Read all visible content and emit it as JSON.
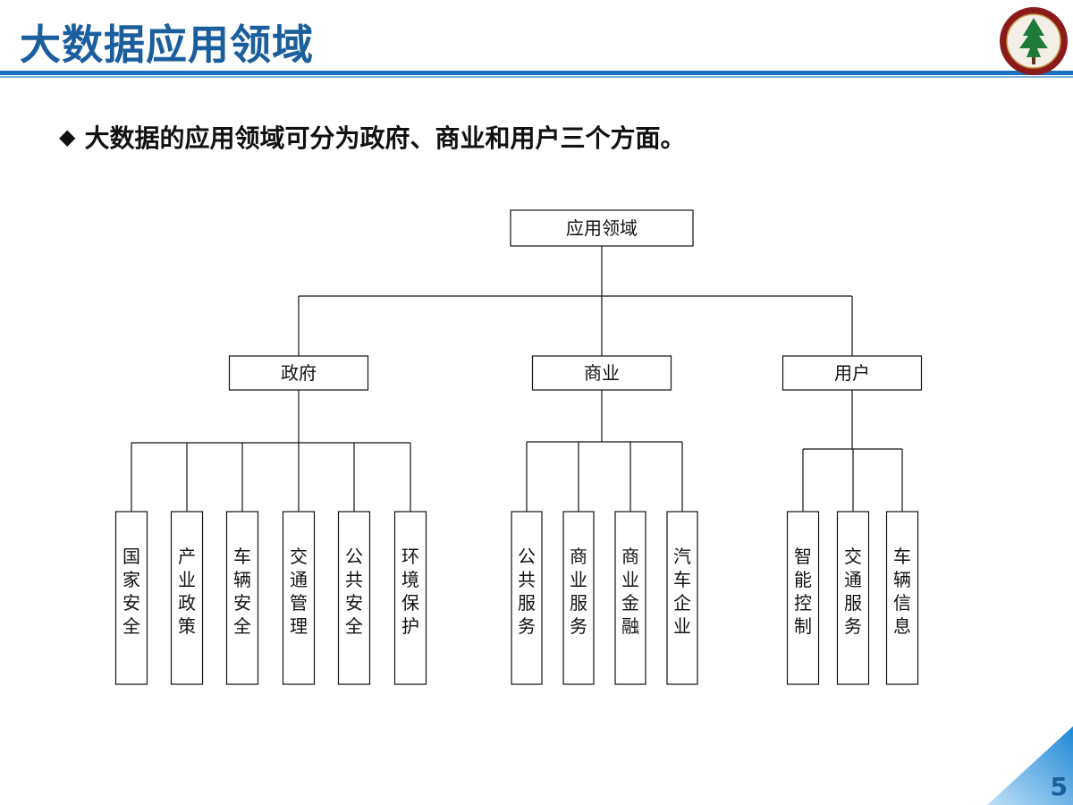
{
  "slide": {
    "title": "大数据应用领域",
    "bullet_text": "大数据的应用领域可分为政府、商业和用户三个方面。",
    "page_number": "5",
    "accent_color": "#1b5e9e",
    "logo_icon": "school-seal-icon"
  },
  "diagram": {
    "root": "应用领域",
    "branches": [
      {
        "label": "政府",
        "children": [
          "国家安全",
          "产业政策",
          "车辆安全",
          "交通管理",
          "公共安全",
          "环境保护"
        ]
      },
      {
        "label": "商业",
        "children": [
          "公共服务",
          "商业服务",
          "商业金融",
          "汽车企业"
        ]
      },
      {
        "label": "用户",
        "children": [
          "智能控制",
          "交通服务",
          "车辆信息"
        ]
      }
    ]
  }
}
